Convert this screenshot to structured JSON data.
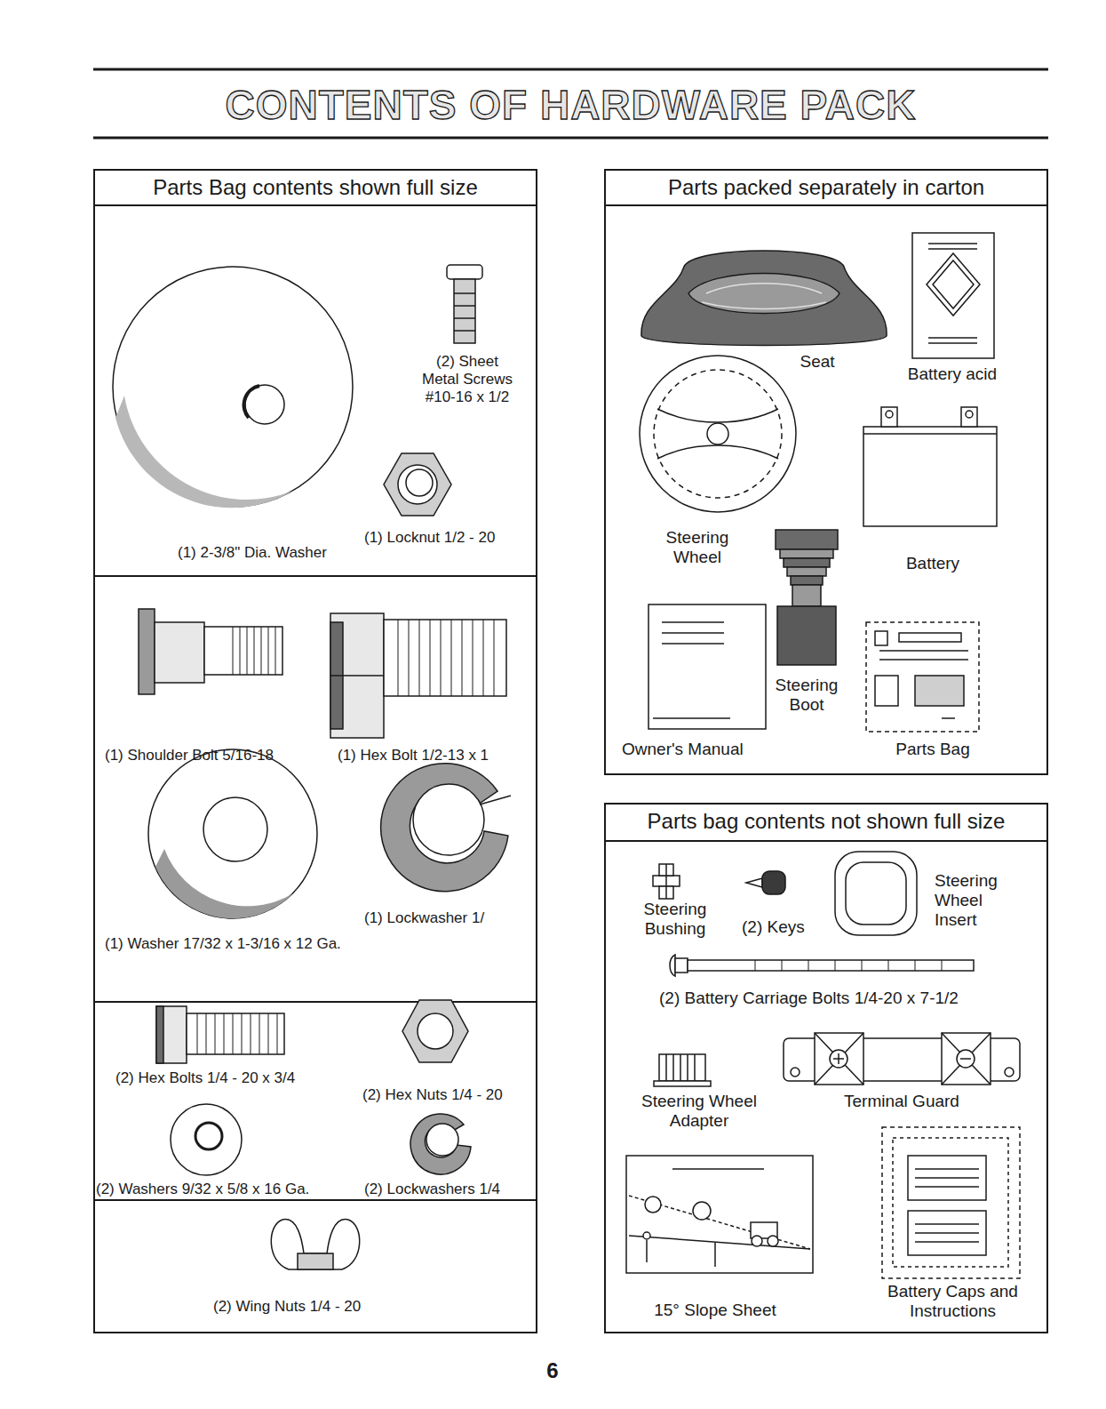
{
  "diagram": {
    "title": "CONTENTS OF HARDWARE PACK",
    "nodes": [
      {
        "text": [
          "Parts Bag contents shown full size"
        ]
      },
      {
        "text": [
          "Parts packed separately in carton"
        ]
      },
      {
        "text": [
          "Parts bag contents not shown full size"
        ]
      }
    ],
    "labels": [
      "(2) Sheet Metal Screws #10-16 x 1/2",
      "(1) 2-3/8\" Dia. Washer",
      "(1) Locknut 1/2 - 20",
      "(1) Shoulder Bolt 5/16-18",
      "(1) Hex Bolt 1/2-13 x 1",
      "(1) Lockwasher 1/",
      "(1) Washer 17/32 x 1-3/16 x 12 Ga.",
      "(2) Hex Bolts 1/4 - 20 x 3/4",
      "(2) Hex Nuts 1/4 - 20",
      "(2) Washers 9/32 x 5/8 x 16 Ga.",
      "(2) Lockwashers 1/4",
      "(2) Wing Nuts 1/4 - 20",
      "Seat",
      "Battery acid",
      "Steering Wheel",
      "Battery",
      "Steering Boot",
      "Owner's Manual",
      "Parts Bag",
      "Steering Bushing",
      "(2) Keys",
      "Steering Wheel Insert",
      "(2) Battery Carriage Bolts 1/4-20 x 7-1/2",
      "Steering Wheel Adapter",
      "Terminal Guard",
      "15° Slope Sheet",
      "Battery Caps and Instructions",
      "6"
    ]
  }
}
